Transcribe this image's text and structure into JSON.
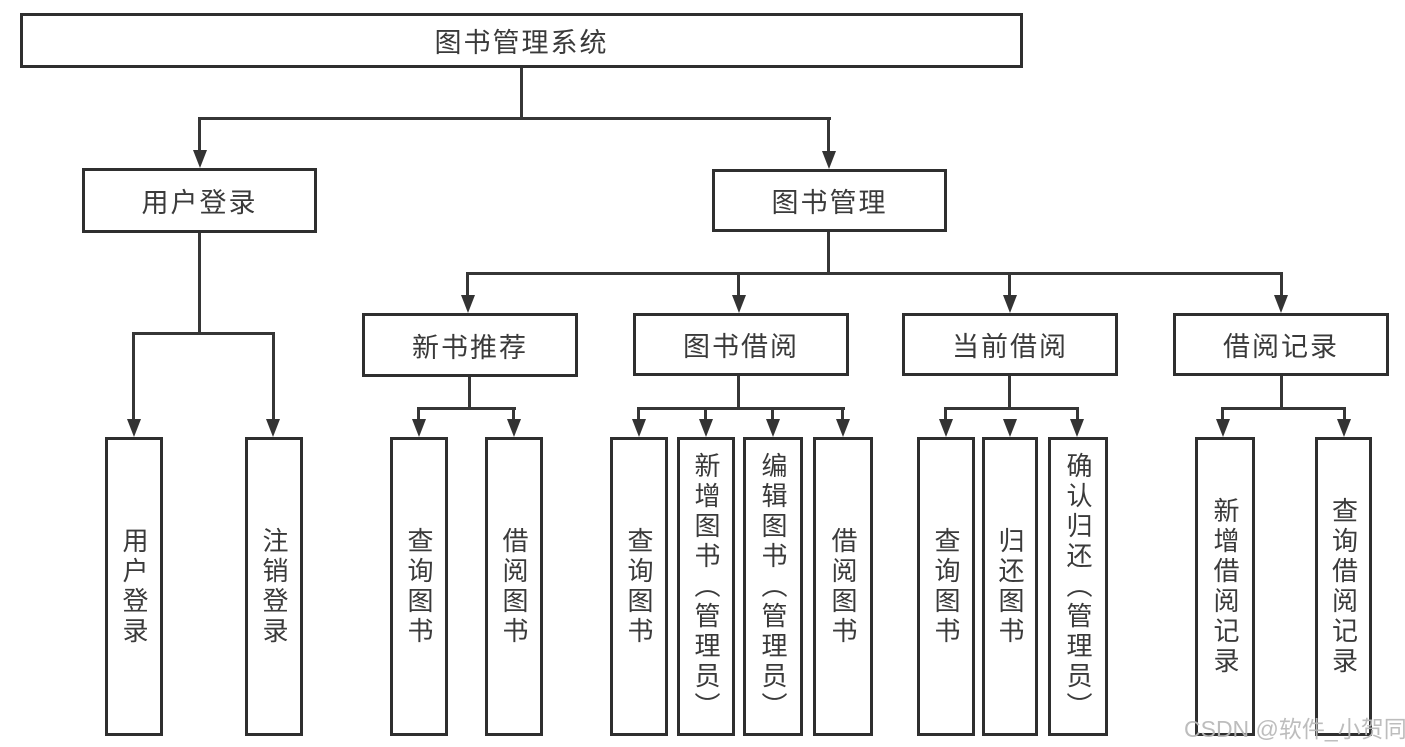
{
  "diagram": {
    "type": "hierarchy",
    "tree": {
      "label": "图书管理系统",
      "children": [
        {
          "label": "用户登录",
          "children": [
            {
              "label": "用户登录"
            },
            {
              "label": "注销登录"
            }
          ]
        },
        {
          "label": "图书管理",
          "children": [
            {
              "label": "新书推荐",
              "children": [
                {
                  "label": "查询图书"
                },
                {
                  "label": "借阅图书"
                }
              ]
            },
            {
              "label": "图书借阅",
              "children": [
                {
                  "label": "查询图书"
                },
                {
                  "label": "新增图书（管理员）"
                },
                {
                  "label": "编辑图书（管理员）"
                },
                {
                  "label": "借阅图书"
                }
              ]
            },
            {
              "label": "当前借阅",
              "children": [
                {
                  "label": "查询图书"
                },
                {
                  "label": "归还图书"
                },
                {
                  "label": "确认归还（管理员）"
                }
              ]
            },
            {
              "label": "借阅记录",
              "children": [
                {
                  "label": "新增借阅记录"
                },
                {
                  "label": "查询借阅记录"
                }
              ]
            }
          ]
        }
      ]
    },
    "line_color": "#363636",
    "box_border_color": "#2f2f2f",
    "text_color": "#3a3a3a"
  },
  "watermark": "CSDN @软件_小贺同学"
}
